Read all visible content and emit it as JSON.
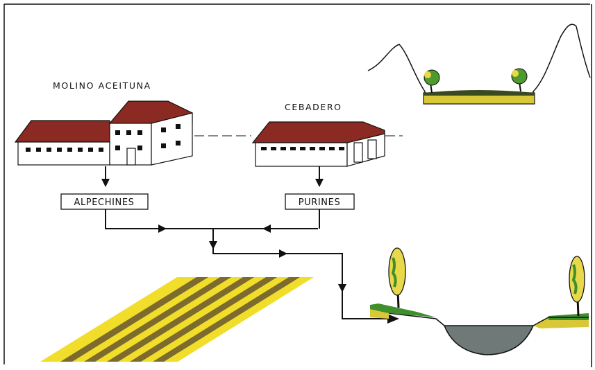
{
  "labels": {
    "mill": "MOLINO ACEITUNA",
    "feedlot": "CEBADERO",
    "mill_waste": "ALPECHINES",
    "feedlot_waste": "PURINES"
  },
  "colors": {
    "roof": "#8b2a22",
    "wall": "#ffffff",
    "field_yellow": "#f0de2a",
    "field_olive": "#7c6a2e",
    "water": "#6f7a78",
    "tree_green": "#3f8f2c",
    "tree_yellow": "#e8d84a",
    "ground_yellow": "#d8c838",
    "line": "#111111"
  }
}
